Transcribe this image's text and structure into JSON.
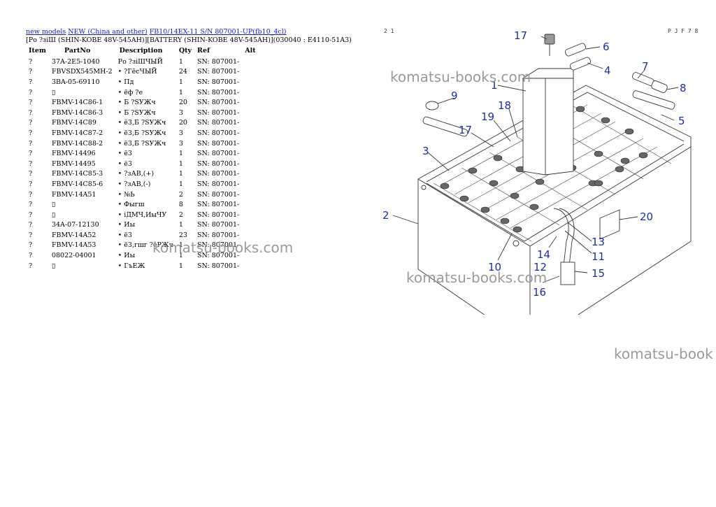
{
  "breadcrumb": {
    "link1": "new models",
    "link2": "NEW (China and other)",
    "link3": "FB10/14EX-11 S/N 807001-UP(fb10_4cl)"
  },
  "subtitle": "[Ро ?зіШ (SHIN-KOBE 48V-545AH)][BATTERY (SHIN-KOBE 48V-545AH)](030040 : E4110-51A3)",
  "table": {
    "headers": [
      "Item",
      "PartNo",
      "Description",
      "Qty",
      "Ref",
      "Alt"
    ],
    "rows": [
      [
        "?",
        "37A-2E5-1040",
        "Ро ?зіШЧЫЙ",
        "1",
        "SN: 807001-",
        ""
      ],
      [
        "?",
        "FBVSDX545MH-2",
        "• ?ГёсЧЫЙ",
        "24",
        "SN: 807001-",
        ""
      ],
      [
        "?",
        "3BA-05-69110",
        "• Пд",
        "1",
        "SN: 807001-",
        ""
      ],
      [
        "?",
        "",
        "• ёф ?е",
        "1",
        "SN: 807001-",
        ""
      ],
      [
        "?",
        "FBMV-14C86-1",
        "• Б ?SУЖч",
        "20",
        "SN: 807001-",
        ""
      ],
      [
        "?",
        "FBMV-14C86-3",
        "• Б ?SУЖч",
        "3",
        "SN: 807001-",
        ""
      ],
      [
        "?",
        "FBMV-14C89",
        "• ё3,Б ?SУЖч",
        "20",
        "SN: 807001-",
        ""
      ],
      [
        "?",
        "FBMV-14C87-2",
        "• ё3,Б ?SУЖч",
        "3",
        "SN: 807001-",
        ""
      ],
      [
        "?",
        "FBMV-14C88-2",
        "• ё3,Б ?SУЖч",
        "3",
        "SN: 807001-",
        ""
      ],
      [
        "?",
        "FBMV-14496",
        "• ё3",
        "1",
        "SN: 807001-",
        ""
      ],
      [
        "?",
        "FBMV-14495",
        "• ё3",
        "1",
        "SN: 807001-",
        ""
      ],
      [
        "?",
        "FBMV-14C85-3",
        "• ?зАВ,(+)",
        "1",
        "SN: 807001-",
        ""
      ],
      [
        "?",
        "FBMV-14C85-6",
        "• ?зАВ,(-)",
        "1",
        "SN: 807001-",
        ""
      ],
      [
        "?",
        "FBMV-14A51",
        "• №Ь",
        "2",
        "SN: 807001-",
        ""
      ],
      [
        "?",
        "",
        "• Фыгш",
        "8",
        "SN: 807001-",
        ""
      ],
      [
        "?",
        "",
        "• іДМЧ,ИыЧУ",
        "2",
        "SN: 807001-",
        ""
      ],
      [
        "?",
        "34A-07-12130",
        "• Иы",
        "1",
        "SN: 807001-",
        ""
      ],
      [
        "?",
        "FBMV-14A52",
        "• ё3",
        "23",
        "SN: 807001-",
        ""
      ],
      [
        "?",
        "FBMV-14A53",
        "• ё3,гшг ?ёРЖч",
        "1",
        "SN: 807001-",
        ""
      ],
      [
        "?",
        "08022-04001",
        "• Иы",
        "1",
        "SN: 807001-",
        ""
      ],
      [
        "?",
        "",
        "• ГъЕЖ",
        "1",
        "SN: 807001-",
        ""
      ]
    ]
  },
  "watermark_text": "komatsu-books.com",
  "watermark_text_cut": "komatsu-book",
  "page_ref_left": "2 1",
  "page_ref_right": "P J F 7 8",
  "diagram": {
    "labels": [
      "1",
      "2",
      "3",
      "4",
      "5",
      "6",
      "7",
      "8",
      "9",
      "10",
      "11",
      "12",
      "13",
      "14",
      "15",
      "16",
      "17",
      "17",
      "18",
      "19",
      "20"
    ]
  }
}
